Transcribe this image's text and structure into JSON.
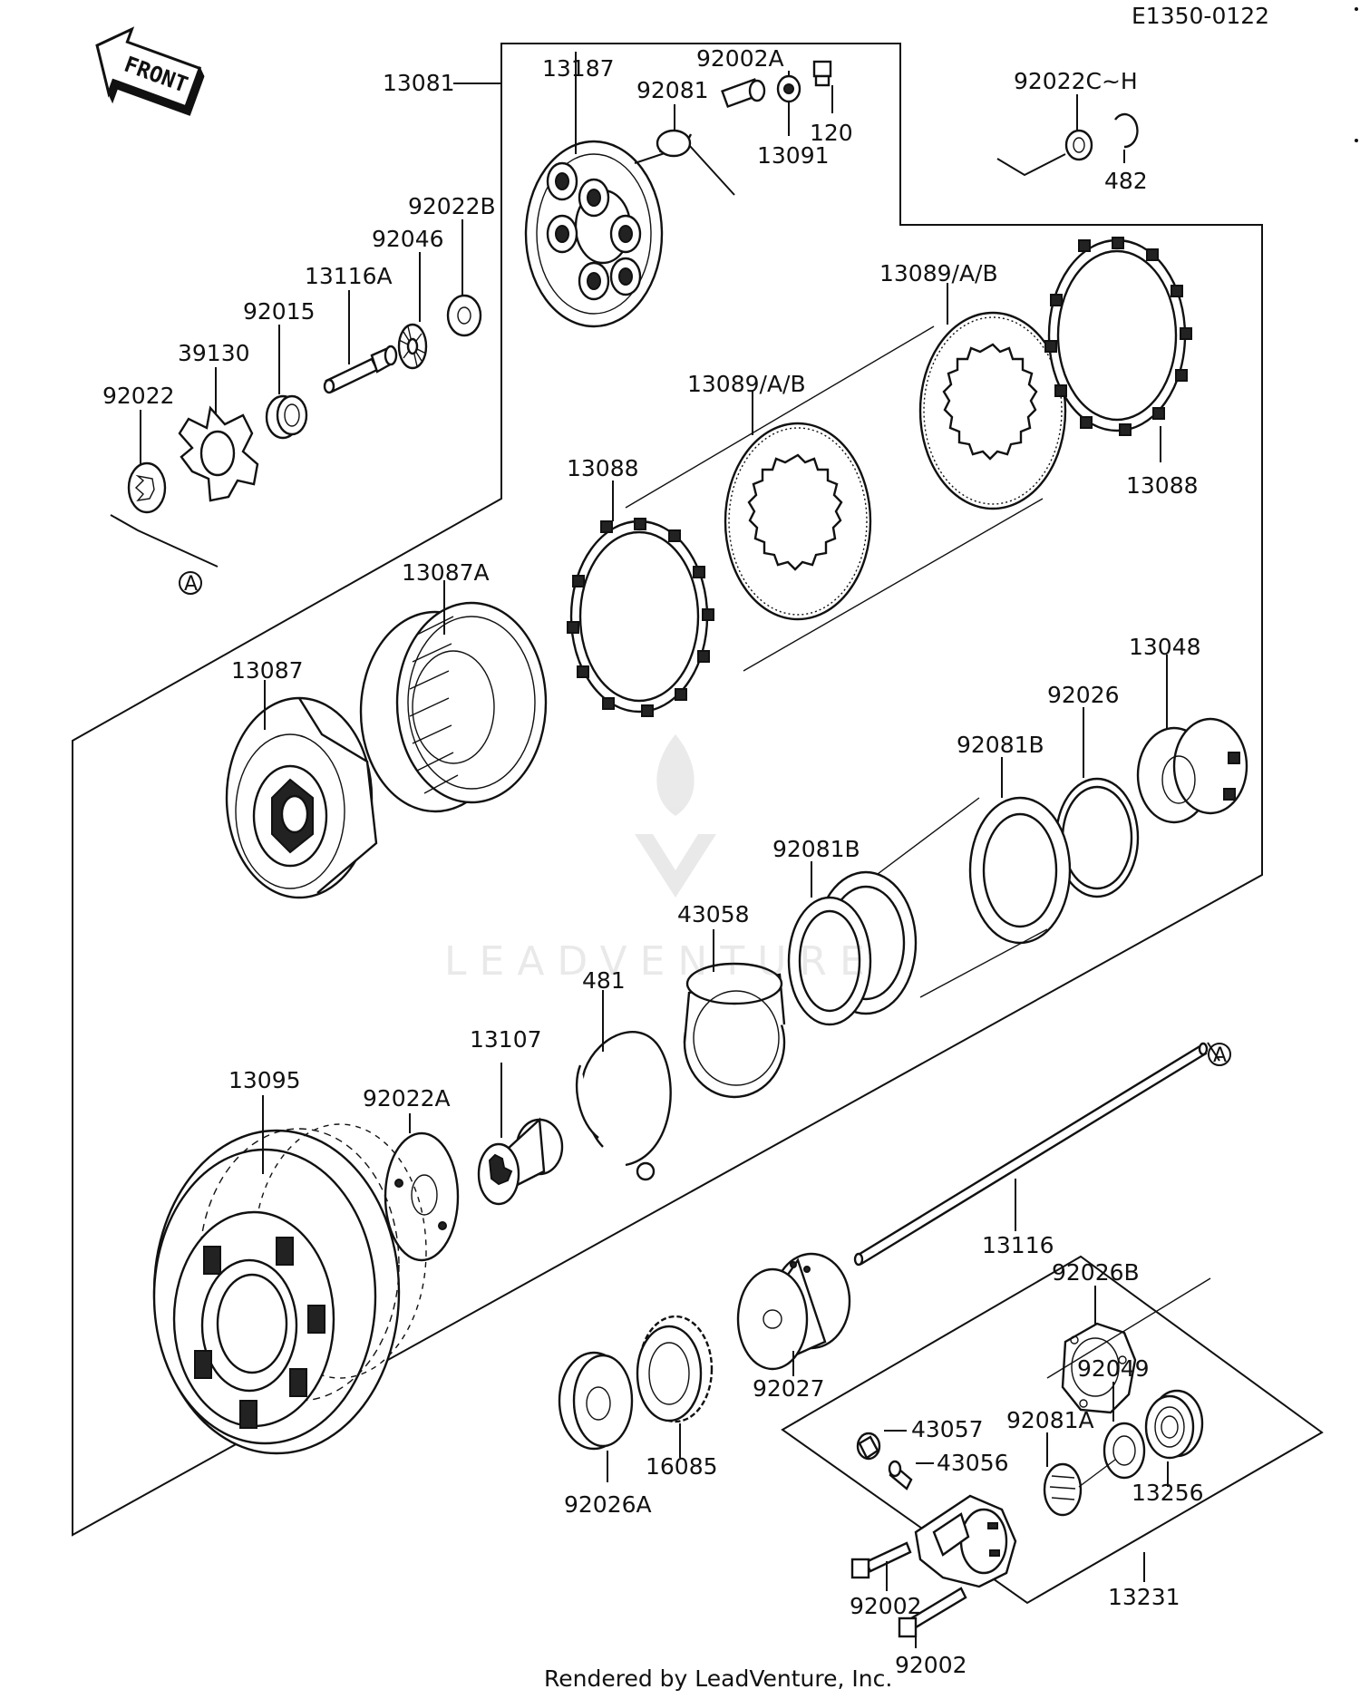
{
  "diagram_code": "E1350-0122",
  "front_label": "FRONT",
  "footer": "Rendered by LeadVenture, Inc.",
  "watermark": "LEADVENTURE",
  "reference_marker": "A",
  "parts": {
    "p13081": "13081",
    "p13187": "13187",
    "p92002A": "92002A",
    "p92081": "92081",
    "p120": "120",
    "p13091": "13091",
    "p92022CH": "92022C~H",
    "p482": "482",
    "p92022B": "92022B",
    "p92046": "92046",
    "p13116A": "13116A",
    "p92015": "92015",
    "p39130": "39130",
    "p92022": "92022",
    "p13089AB_1": "13089/A/B",
    "p13089AB_2": "13089/A/B",
    "p13088_1": "13088",
    "p13088_2": "13088",
    "p13087A": "13087A",
    "p13087": "13087",
    "p13048": "13048",
    "p92026": "92026",
    "p92081B_1": "92081B",
    "p92081B_2": "92081B",
    "p43058": "43058",
    "p481": "481",
    "p13107": "13107",
    "p13095": "13095",
    "p92022A": "92022A",
    "p13116": "13116",
    "p92026B": "92026B",
    "p92049": "92049",
    "p92081A": "92081A",
    "p43057": "43057",
    "p43056": "43056",
    "p92027": "92027",
    "p16085": "16085",
    "p92026A": "92026A",
    "p13256": "13256",
    "p13231": "13231",
    "p92002_1": "92002",
    "p92002_2": "92002"
  }
}
